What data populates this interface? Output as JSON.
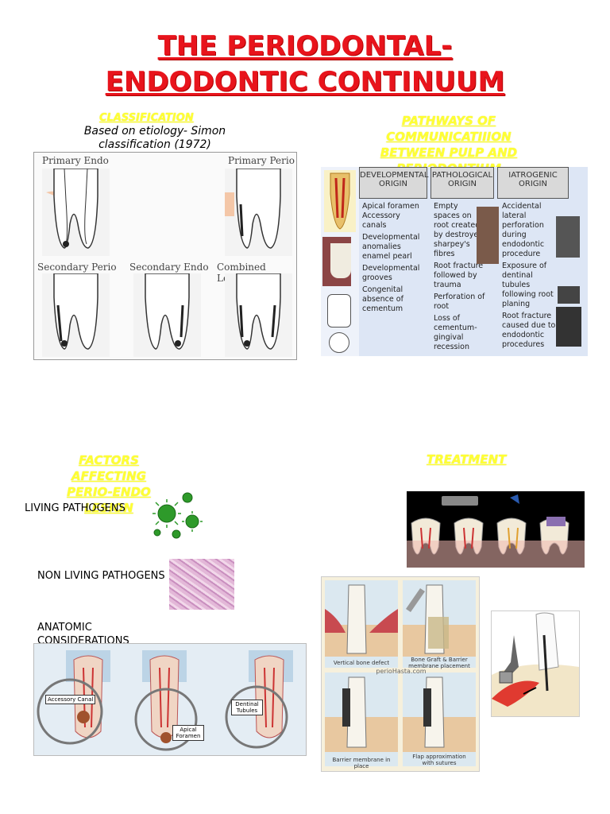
{
  "title": {
    "line1": "THE PERIODONTAL-",
    "line2": "ENDODONTIC CONTINUUM"
  },
  "classification": {
    "heading": "CLASSIFICATION",
    "sub1": "Based  on etiology- Simon",
    "sub2": "classification (1972)",
    "panels": [
      "Primary Endo",
      "Primary Perio",
      "Secondary Perio",
      "Secondary Endo",
      "Combined Lesion"
    ]
  },
  "pathways": {
    "heading1": "PATHWAYS OF",
    "heading2": "COMMUNICATIIION",
    "heading3": "BETWEEN PULP AND",
    "heading4": "PERIODONTIUM",
    "col1_header": "DEVELOPMENTAL ORIGIN",
    "col2_header": "PATHOLOGICAL ORIGIN",
    "col3_header": "IATROGENIC ORIGIN",
    "col1": [
      "Apical foramen Accessory canals",
      "Developmental anomalies enamel pearl",
      "Developmental grooves",
      "Congenital absence of cementum"
    ],
    "col2": [
      "Empty spaces on root created by destroyed sharpey's fibres",
      "Root fracture followed by trauma",
      "Perforation of root",
      "Loss of cementum-gingival recession"
    ],
    "col3": [
      "Accidental lateral perforation during endodontic procedure",
      "Exposure of dentinal tubules following root planing",
      "Root fracture caused due to endodontic procedures"
    ]
  },
  "factors": {
    "heading1": "FACTORS",
    "heading2": "AFFECTING",
    "heading3": "PERIO-ENDO",
    "heading4": "LESION",
    "living": "LIVING PATHOGENS",
    "nonliving": "NON LIVING PATHOGENS",
    "anatomic1": "ANATOMIC",
    "anatomic2": "CONSIDERATIONS",
    "anatomy_labels": [
      "Accessory Canal",
      "Apical Foramen",
      "Dentinal Tubules"
    ]
  },
  "treatment": {
    "heading": "TREATMENT",
    "captions": [
      "Vertical bone defect",
      "Bone Graft & Barrier membrane placement",
      "Barrier membrane in place",
      "Flap approximation with sutures"
    ],
    "watermark": "perioHasta.com"
  },
  "colors": {
    "title_red": "#e8141c",
    "heading_yellow": "#ffff33"
  }
}
